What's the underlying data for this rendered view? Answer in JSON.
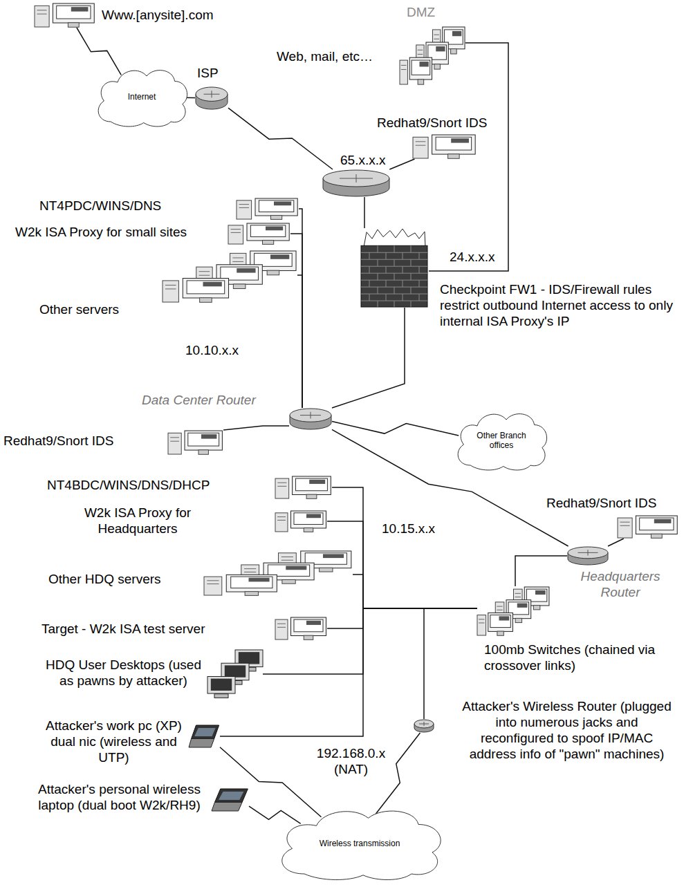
{
  "diagram": {
    "nodes": [
      {
        "text": [
          "Www.[anysite].com"
        ]
      },
      {
        "text": [
          "Internet"
        ]
      },
      {
        "text": [
          "ISP"
        ]
      },
      {
        "text": [
          "DMZ",
          "Web, mail, etc…"
        ]
      },
      {
        "text": [
          "Redhat9/Snort IDS"
        ]
      },
      {
        "text": [
          "65.x.x.x"
        ]
      },
      {
        "text": [
          "Checkpoint FW1 - IDS/Firewall rules restrict outbound Internet access to only internal ISA Proxy's IP"
        ]
      },
      {
        "text": [
          "NT4PDC/WINS/DNS"
        ]
      },
      {
        "text": [
          "W2k ISA Proxy for small sites"
        ]
      },
      {
        "text": [
          "Other servers"
        ]
      },
      {
        "text": [
          "Data Center Router"
        ]
      },
      {
        "text": [
          "Redhat9/Snort IDS"
        ]
      },
      {
        "text": [
          "Other Branch offices"
        ]
      },
      {
        "text": [
          "Headquarters Router"
        ]
      },
      {
        "text": [
          "Redhat9/Snort IDS"
        ]
      },
      {
        "text": [
          "NT4BDC/WINS/DNS/DHCP"
        ]
      },
      {
        "text": [
          "W2k ISA Proxy for Headquarters"
        ]
      },
      {
        "text": [
          "Other HDQ servers"
        ]
      },
      {
        "text": [
          "Target - W2k ISA test server"
        ]
      },
      {
        "text": [
          "HDQ User Desktops (used as pawns by attacker)"
        ]
      },
      {
        "text": [
          "100mb Switches (chained via crossover links)"
        ]
      },
      {
        "text": [
          "Attacker's work pc (XP) dual nic (wireless and UTP)"
        ]
      },
      {
        "text": [
          "Attacker's Wireless Router (plugged into numerous jacks and reconfigured to spoof IP/MAC address info of \"pawn\" machines)"
        ]
      },
      {
        "text": [
          "Attacker's personal wireless laptop (dual boot W2k/RH9)"
        ]
      },
      {
        "text": [
          "Wireless transmission"
        ]
      }
    ],
    "edges": [
      {
        "from": 0,
        "to": 1,
        "arrow": "none"
      },
      {
        "from": 1,
        "to": 2,
        "arrow": "none"
      },
      {
        "from": 2,
        "to": 5,
        "arrow": "none"
      },
      {
        "from": 5,
        "to": 4,
        "arrow": "none"
      },
      {
        "from": 5,
        "to": 6,
        "arrow": "none"
      },
      {
        "from": 3,
        "to": 6,
        "arrow": "none"
      },
      {
        "from": 6,
        "to": 10,
        "arrow": "none"
      },
      {
        "from": 7,
        "to": 10,
        "arrow": "none"
      },
      {
        "from": 8,
        "to": 10,
        "arrow": "none"
      },
      {
        "from": 9,
        "to": 10,
        "arrow": "none"
      },
      {
        "from": 11,
        "to": 10,
        "arrow": "none"
      },
      {
        "from": 10,
        "to": 12,
        "arrow": "none"
      },
      {
        "from": 10,
        "to": 13,
        "arrow": "none"
      },
      {
        "from": 13,
        "to": 14,
        "arrow": "none"
      },
      {
        "from": 13,
        "to": 20,
        "arrow": "none"
      },
      {
        "from": 15,
        "to": 20,
        "arrow": "none"
      },
      {
        "from": 16,
        "to": 20,
        "arrow": "none"
      },
      {
        "from": 17,
        "to": 20,
        "arrow": "none"
      },
      {
        "from": 18,
        "to": 20,
        "arrow": "none"
      },
      {
        "from": 19,
        "to": 20,
        "arrow": "none"
      },
      {
        "from": 21,
        "to": 20,
        "arrow": "none"
      },
      {
        "from": 22,
        "to": 20,
        "arrow": "none"
      },
      {
        "from": 21,
        "to": 24,
        "arrow": "none"
      },
      {
        "from": 23,
        "to": 24,
        "arrow": "none"
      },
      {
        "from": 22,
        "to": 24,
        "arrow": "none"
      }
    ],
    "labels": [
      "24.x.x.x",
      "10.10.x.x",
      "10.15.x.x",
      "192.168.0.x (NAT)"
    ]
  }
}
